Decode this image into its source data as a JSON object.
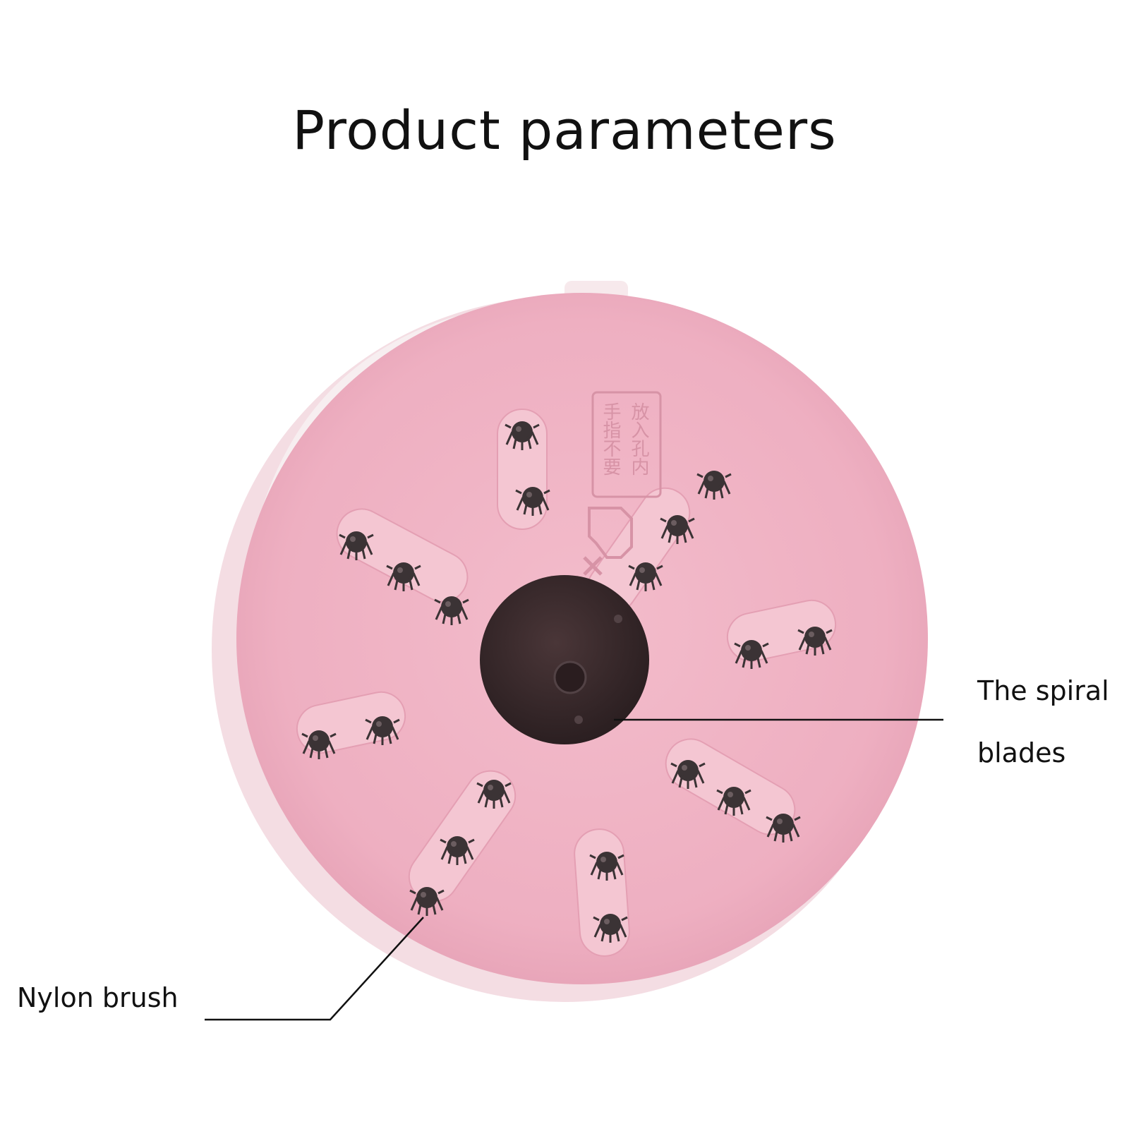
{
  "title": "Product parameters",
  "labels": {
    "spiral_line1": "The spiral",
    "spiral_line2": "blades",
    "nylon": "Nylon brush"
  },
  "imprint": {
    "col1": "手指不要",
    "col2": "放入孔内"
  },
  "colors": {
    "body_pink": "#f1b8c8",
    "face_pink": "#eeafc1",
    "hub": "#3a2a2c",
    "bristle": "#3b3335",
    "text": "#111111"
  }
}
